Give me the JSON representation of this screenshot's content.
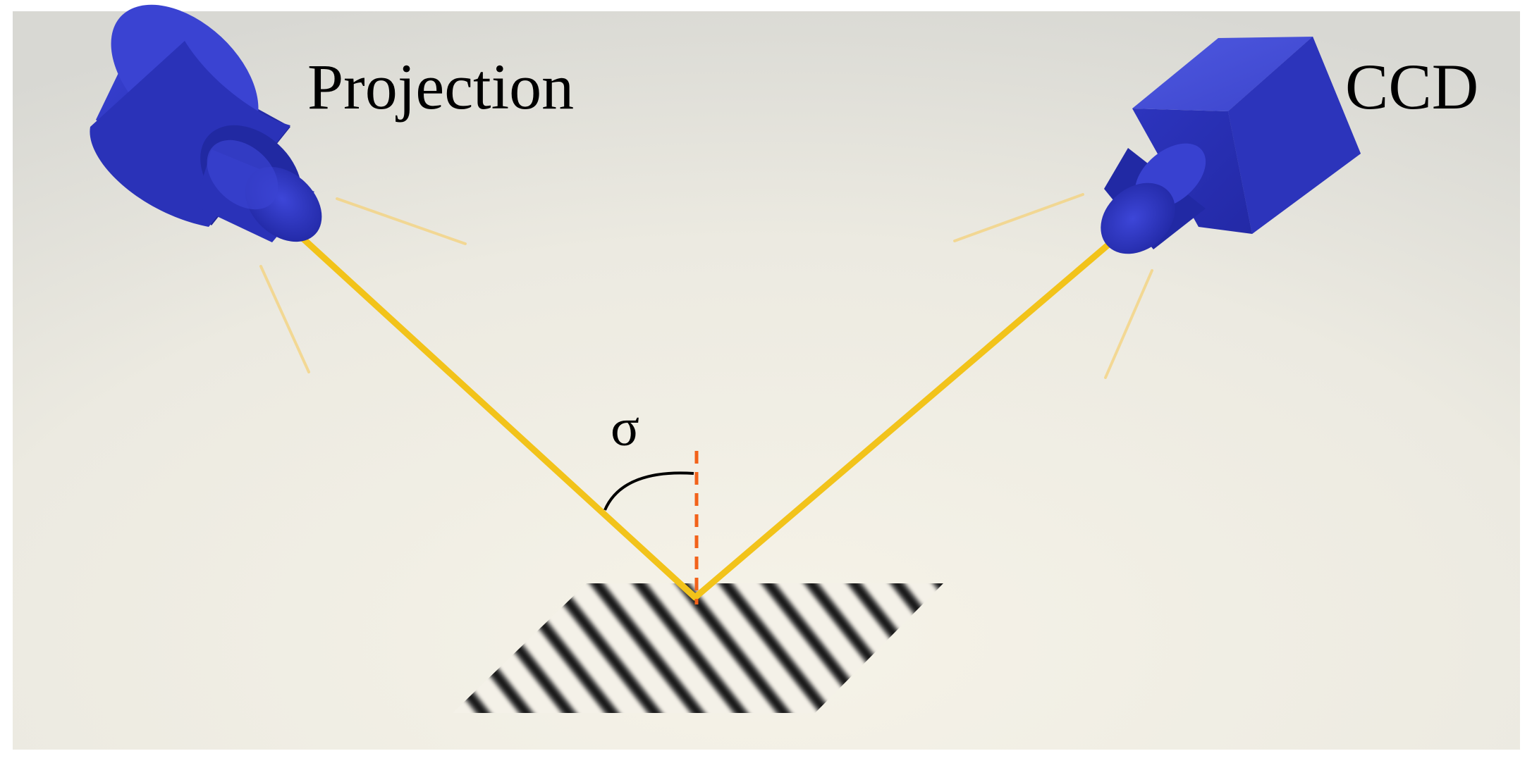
{
  "labels": {
    "projection": "Projection",
    "ccd": "CCD",
    "angle_symbol": "σ"
  },
  "colors": {
    "device_blue": "#2a32b8",
    "device_blue_dark": "#1c2190",
    "device_blue_light": "#4a55e0",
    "beam_yellow": "#f2c31a",
    "ray_yellow": "#f5d27a",
    "normal_line": "#f2621a",
    "background_center": "#f5f2e8",
    "background_edge": "#d9d9d4"
  },
  "icons": {
    "projector": "projector-icon",
    "camera": "ccd-camera-icon"
  }
}
